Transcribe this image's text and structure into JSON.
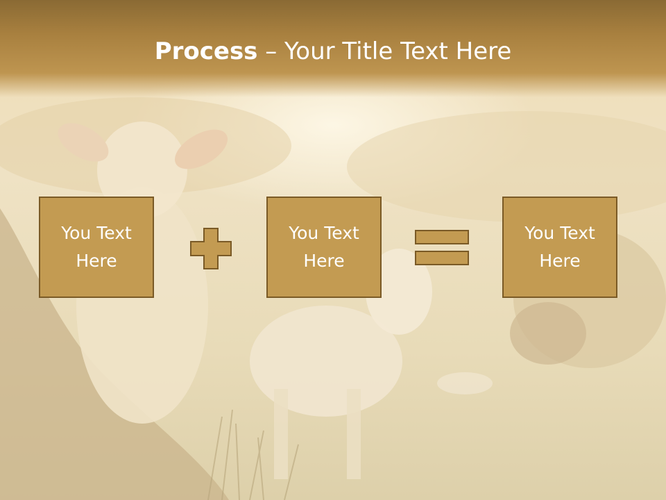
{
  "title": {
    "bold": "Process",
    "rest": " – Your Title Text Here"
  },
  "boxes": [
    {
      "text": "You Text\nHere"
    },
    {
      "text": "You Text\nHere"
    },
    {
      "text": "You Text\nHere"
    }
  ],
  "operators": {
    "first": "plus-icon",
    "second": "equals-icon"
  },
  "colors": {
    "title_band": "#a8803f",
    "box_fill": "#c39b52",
    "box_border": "#7a5a26",
    "operator_fill": "#c39b52"
  }
}
